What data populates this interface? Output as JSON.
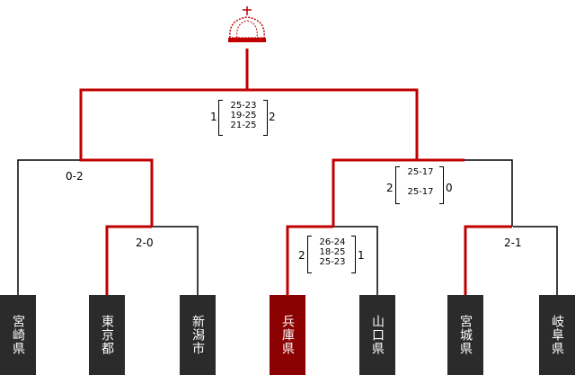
{
  "colors": {
    "winner_line": "#c00000",
    "loser_line": "#000000",
    "team_box": "#2b2b2b",
    "winner_box": "#8b0000",
    "crown": "#c00000"
  },
  "crown": {
    "icon": "crown-icon"
  },
  "teams": [
    {
      "name": "宮崎県"
    },
    {
      "name": "東京都"
    },
    {
      "name": "新潟市"
    },
    {
      "name": "兵庫県",
      "champion": true
    },
    {
      "name": "山口県"
    },
    {
      "name": "宮城県"
    },
    {
      "name": "岐阜県"
    }
  ],
  "matches": {
    "r1_tokyo_niigata": {
      "score": "2-0"
    },
    "r1_hyogo_yamaguchi": {
      "left_sets": "2",
      "right_sets": "1",
      "sets": [
        "26-24",
        "18-25",
        "25-23"
      ]
    },
    "r1_miyagi_gifu": {
      "score": "2-1"
    },
    "sf_miyazaki_tokyo": {
      "score": "0-2"
    },
    "sf_hyogo_miyagi": {
      "left_sets": "2",
      "right_sets": "0",
      "sets": [
        "25-17",
        "",
        "25-17"
      ]
    },
    "final": {
      "left_sets": "1",
      "right_sets": "2",
      "sets": [
        "25-23",
        "19-25",
        "21-25"
      ]
    }
  }
}
